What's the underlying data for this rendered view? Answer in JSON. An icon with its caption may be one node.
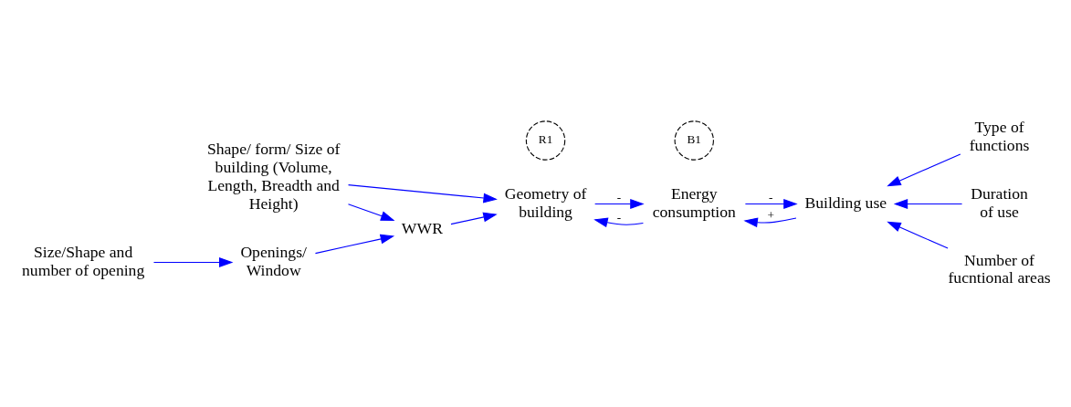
{
  "diagram": {
    "nodes": [
      {
        "text": [
          "Shape/ form/ Size of building (Volume, Length, Breadth and Height)"
        ]
      },
      {
        "text": [
          "WWR"
        ]
      },
      {
        "text": [
          "Geometry of building"
        ]
      },
      {
        "text": [
          "Energy consumption"
        ]
      },
      {
        "text": [
          "Building use"
        ]
      },
      {
        "text": [
          "Type of functions"
        ]
      },
      {
        "text": [
          "Duration of use"
        ]
      },
      {
        "text": [
          "Openings/ Window"
        ]
      },
      {
        "text": [
          "Number of fucntional areas"
        ]
      },
      {
        "text": [
          "Size/Shape and number of opening"
        ]
      }
    ],
    "edges": [
      {
        "from": 0,
        "to": 1,
        "arrow": "to"
      },
      {
        "from": 0,
        "to": 2,
        "arrow": "to"
      },
      {
        "from": 1,
        "to": 2,
        "arrow": "to"
      },
      {
        "from": 7,
        "to": 1,
        "arrow": "to"
      },
      {
        "from": 9,
        "to": 7,
        "arrow": "to"
      },
      {
        "from": 3,
        "to": 2,
        "arrow": "to",
        "label": "-"
      },
      {
        "from": 2,
        "to": 3,
        "arrow": "to",
        "label": "-"
      },
      {
        "from": 3,
        "to": 4,
        "arrow": "to",
        "label": "-"
      },
      {
        "from": 4,
        "to": 3,
        "arrow": "to",
        "label": "+"
      },
      {
        "from": 5,
        "to": 4,
        "arrow": "to"
      },
      {
        "from": 6,
        "to": 4,
        "arrow": "to"
      },
      {
        "from": 8,
        "to": 4,
        "arrow": "to"
      }
    ],
    "labels": [
      "R1",
      "B1"
    ]
  }
}
